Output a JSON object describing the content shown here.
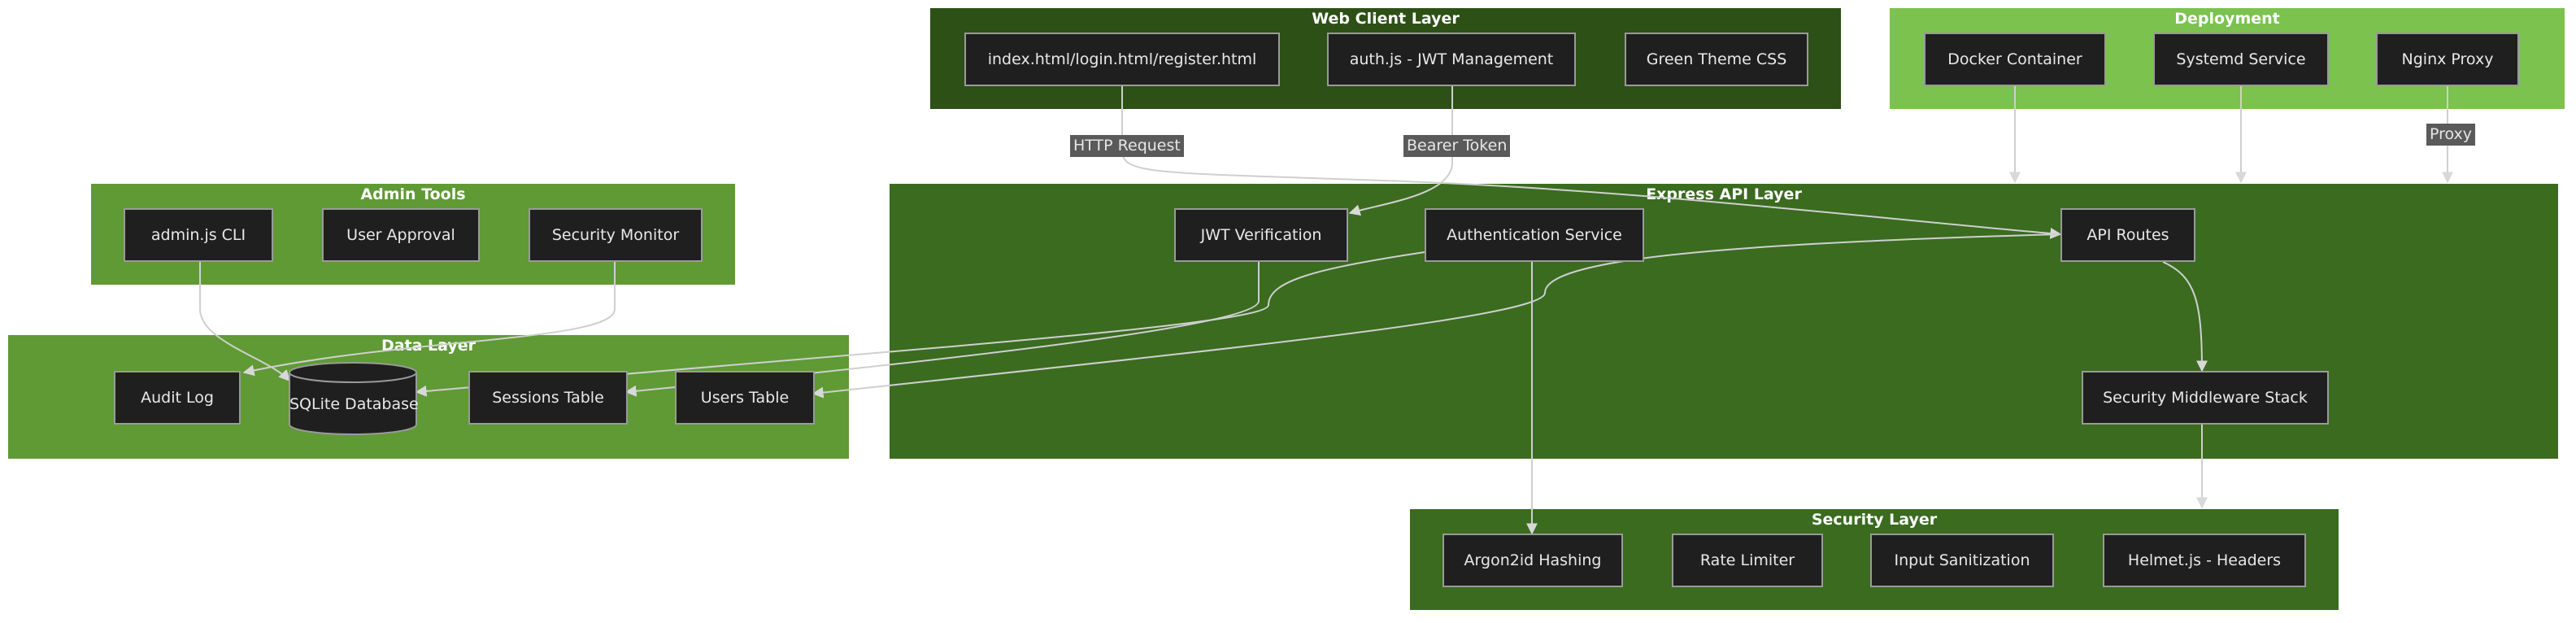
{
  "colors": {
    "dark_green": "#2d5016",
    "mid_green": "#3a6b1f",
    "light_green": "#7bc24f",
    "medium_green": "#5f9a35",
    "node_bg": "#1f1f1f",
    "node_border": "#9a9a9a",
    "edge": "#cfcfcf"
  },
  "clusters": {
    "web_client": "Web Client Layer",
    "deployment": "Deployment",
    "admin_tools": "Admin Tools",
    "express_api": "Express API Layer",
    "data_layer": "Data Layer",
    "security_layer": "Security Layer"
  },
  "nodes": {
    "pages": "index.html/login.html/register.html",
    "auth_js": "auth.js - JWT Management",
    "green_css": "Green Theme CSS",
    "docker": "Docker Container",
    "systemd": "Systemd Service",
    "nginx": "Nginx Proxy",
    "admin_cli": "admin.js CLI",
    "user_approval": "User Approval",
    "security_monitor": "Security Monitor",
    "jwt_verification": "JWT Verification",
    "auth_service": "Authentication Service",
    "api_routes": "API Routes",
    "security_middleware": "Security Middleware Stack",
    "audit_log": "Audit Log",
    "sqlite": "SQLite Database",
    "sessions_table": "Sessions Table",
    "users_table": "Users Table",
    "argon2": "Argon2id Hashing",
    "rate_limiter": "Rate Limiter",
    "input_sanitization": "Input Sanitization",
    "helmet": "Helmet.js - Headers"
  },
  "edge_labels": {
    "http_request": "HTTP Request",
    "bearer_token": "Bearer Token",
    "proxy": "Proxy"
  }
}
